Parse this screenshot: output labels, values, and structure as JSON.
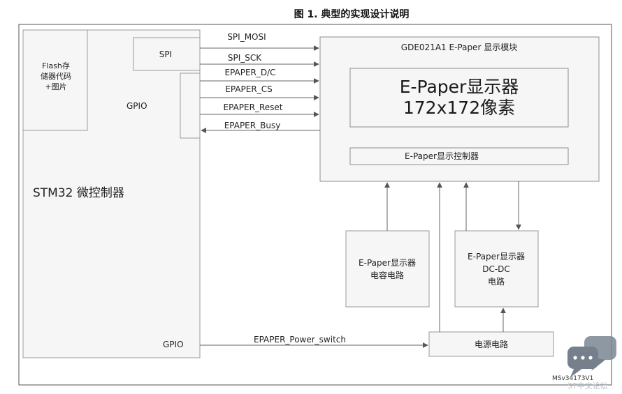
{
  "figure": {
    "title": "图 1. 典型的实现设计说明",
    "reference_id": "MSv34173V1"
  },
  "blocks": {
    "mcu": {
      "label": "STM32 微控制器"
    },
    "flash": {
      "lines": [
        "Flash存",
        "储器代码",
        "+图片"
      ]
    },
    "spi": {
      "label": "SPI"
    },
    "gpio_top": {
      "label": "GPIO"
    },
    "gpio_bottom": {
      "label": "GPIO"
    },
    "epaper_module": {
      "label": "GDE021A1 E-Paper 显示模块"
    },
    "epaper_display": {
      "lines": [
        "E-Paper显示器",
        "172x172像素"
      ]
    },
    "epaper_controller": {
      "label": "E-Paper显示控制器"
    },
    "cap_circuit": {
      "lines": [
        "E-Paper显示器",
        "电容电路"
      ]
    },
    "dcdc_circuit": {
      "lines": [
        "E-Paper显示器",
        "DC-DC",
        "电路"
      ]
    },
    "power_circuit": {
      "label": "电源电路"
    }
  },
  "signals": {
    "spi_mosi": "SPI_MOSI",
    "spi_sck": "SPI_SCK",
    "epaper_dc": "EPAPER_D/C",
    "epaper_cs": "EPAPER_CS",
    "epaper_reset": "EPAPER_Reset",
    "epaper_busy": "EPAPER_Busy",
    "power_switch": "EPAPER_Power_switch"
  },
  "watermark": {
    "icon": "chat-bubble-icon",
    "text": "ST中文论坛"
  }
}
